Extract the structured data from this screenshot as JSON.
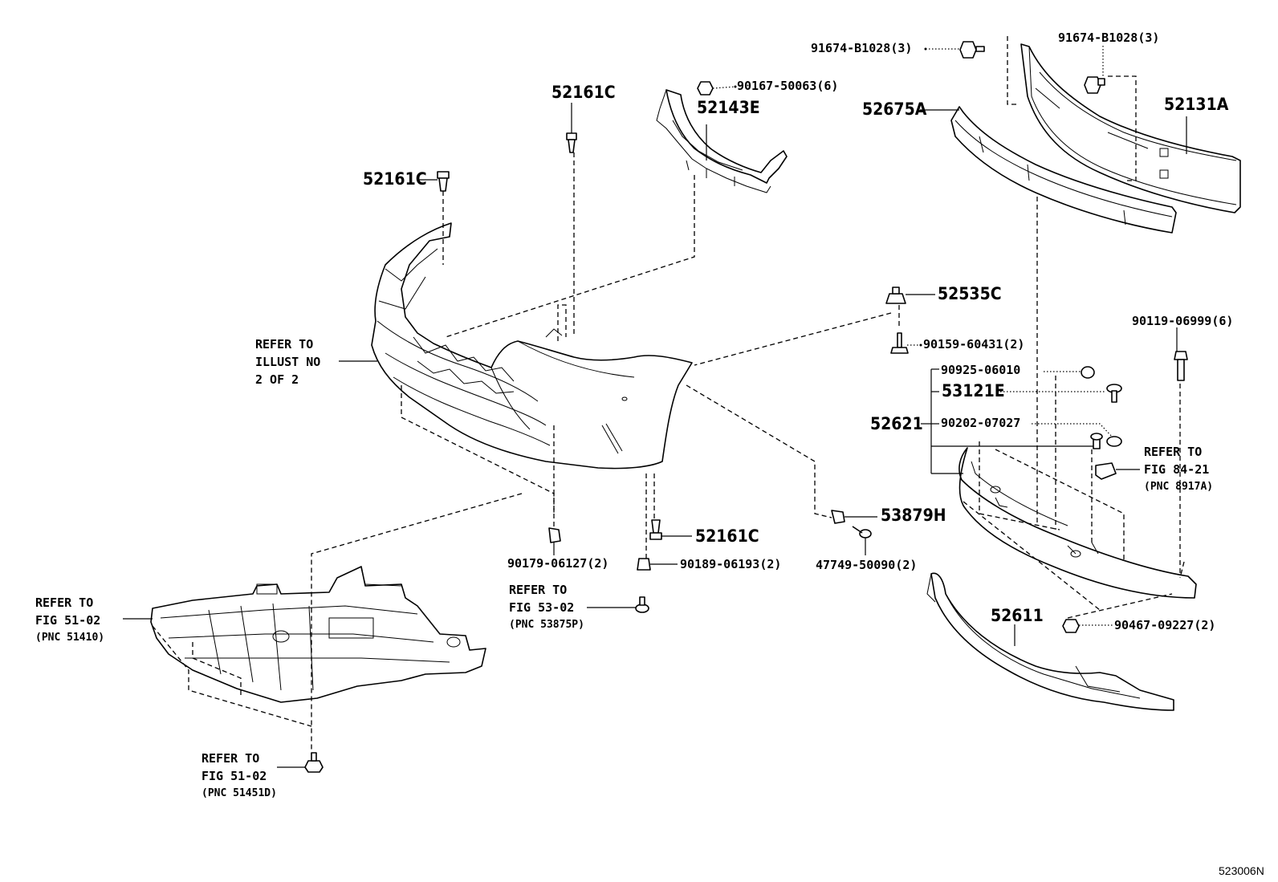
{
  "labels": {
    "p_52161C_top": "52161C",
    "p_52161C_left": "52161C",
    "p_52161C_bottom": "52161C",
    "p_52143E": "52143E",
    "p_90167_50063": "90167-50063(6)",
    "p_91674_B1028_a": "91674-B1028(3)",
    "p_91674_B1028_b": "91674-B1028(3)",
    "p_52675A": "52675A",
    "p_52131A": "52131A",
    "p_52535C": "52535C",
    "p_90159_60431": "90159-60431(2)",
    "p_90119_06999": "90119-06999(6)",
    "p_90925_06010": "90925-06010",
    "p_53121E": "53121E",
    "p_52621": "52621",
    "p_90202_07027": "90202-07027",
    "p_53879H": "53879H",
    "p_47749_50090": "47749-50090(2)",
    "p_90179_06127": "90179-06127(2)",
    "p_90189_06193": "90189-06193(2)",
    "p_52611": "52611",
    "p_90467_09227": "90467-09227(2)",
    "diagram_code": "523006N"
  },
  "refs": {
    "illust": [
      "REFER TO",
      "ILLUST NO",
      "2 OF 2"
    ],
    "fig_51_02_a": [
      "REFER TO",
      "FIG 51-02",
      "(PNC 51410)"
    ],
    "fig_51_02_b": [
      "REFER TO",
      "FIG 51-02",
      "(PNC 51451D)"
    ],
    "fig_53_02": [
      "REFER TO",
      "FIG 53-02",
      "(PNC 53875P)"
    ],
    "fig_84_21": [
      "REFER TO",
      "FIG 84-21",
      "(PNC 8917A)"
    ]
  }
}
